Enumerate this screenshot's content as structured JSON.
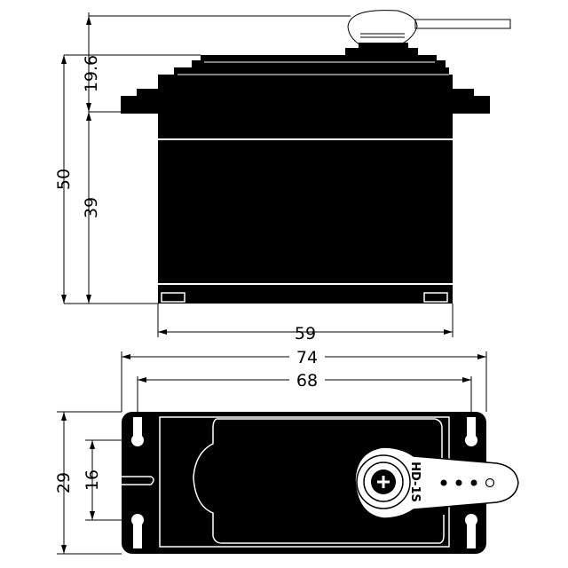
{
  "dimensions": {
    "side_total_height": "50",
    "side_top_section": "19.6",
    "side_case_height": "39",
    "side_case_width": "59",
    "top_overall_length": "74",
    "top_mount_hole_spacing": "68",
    "top_overall_width": "29",
    "top_mount_hole_width_spacing": "16"
  },
  "horn_label": "HD-1S",
  "colors": {
    "ink": "#000000",
    "paper": "#ffffff"
  }
}
